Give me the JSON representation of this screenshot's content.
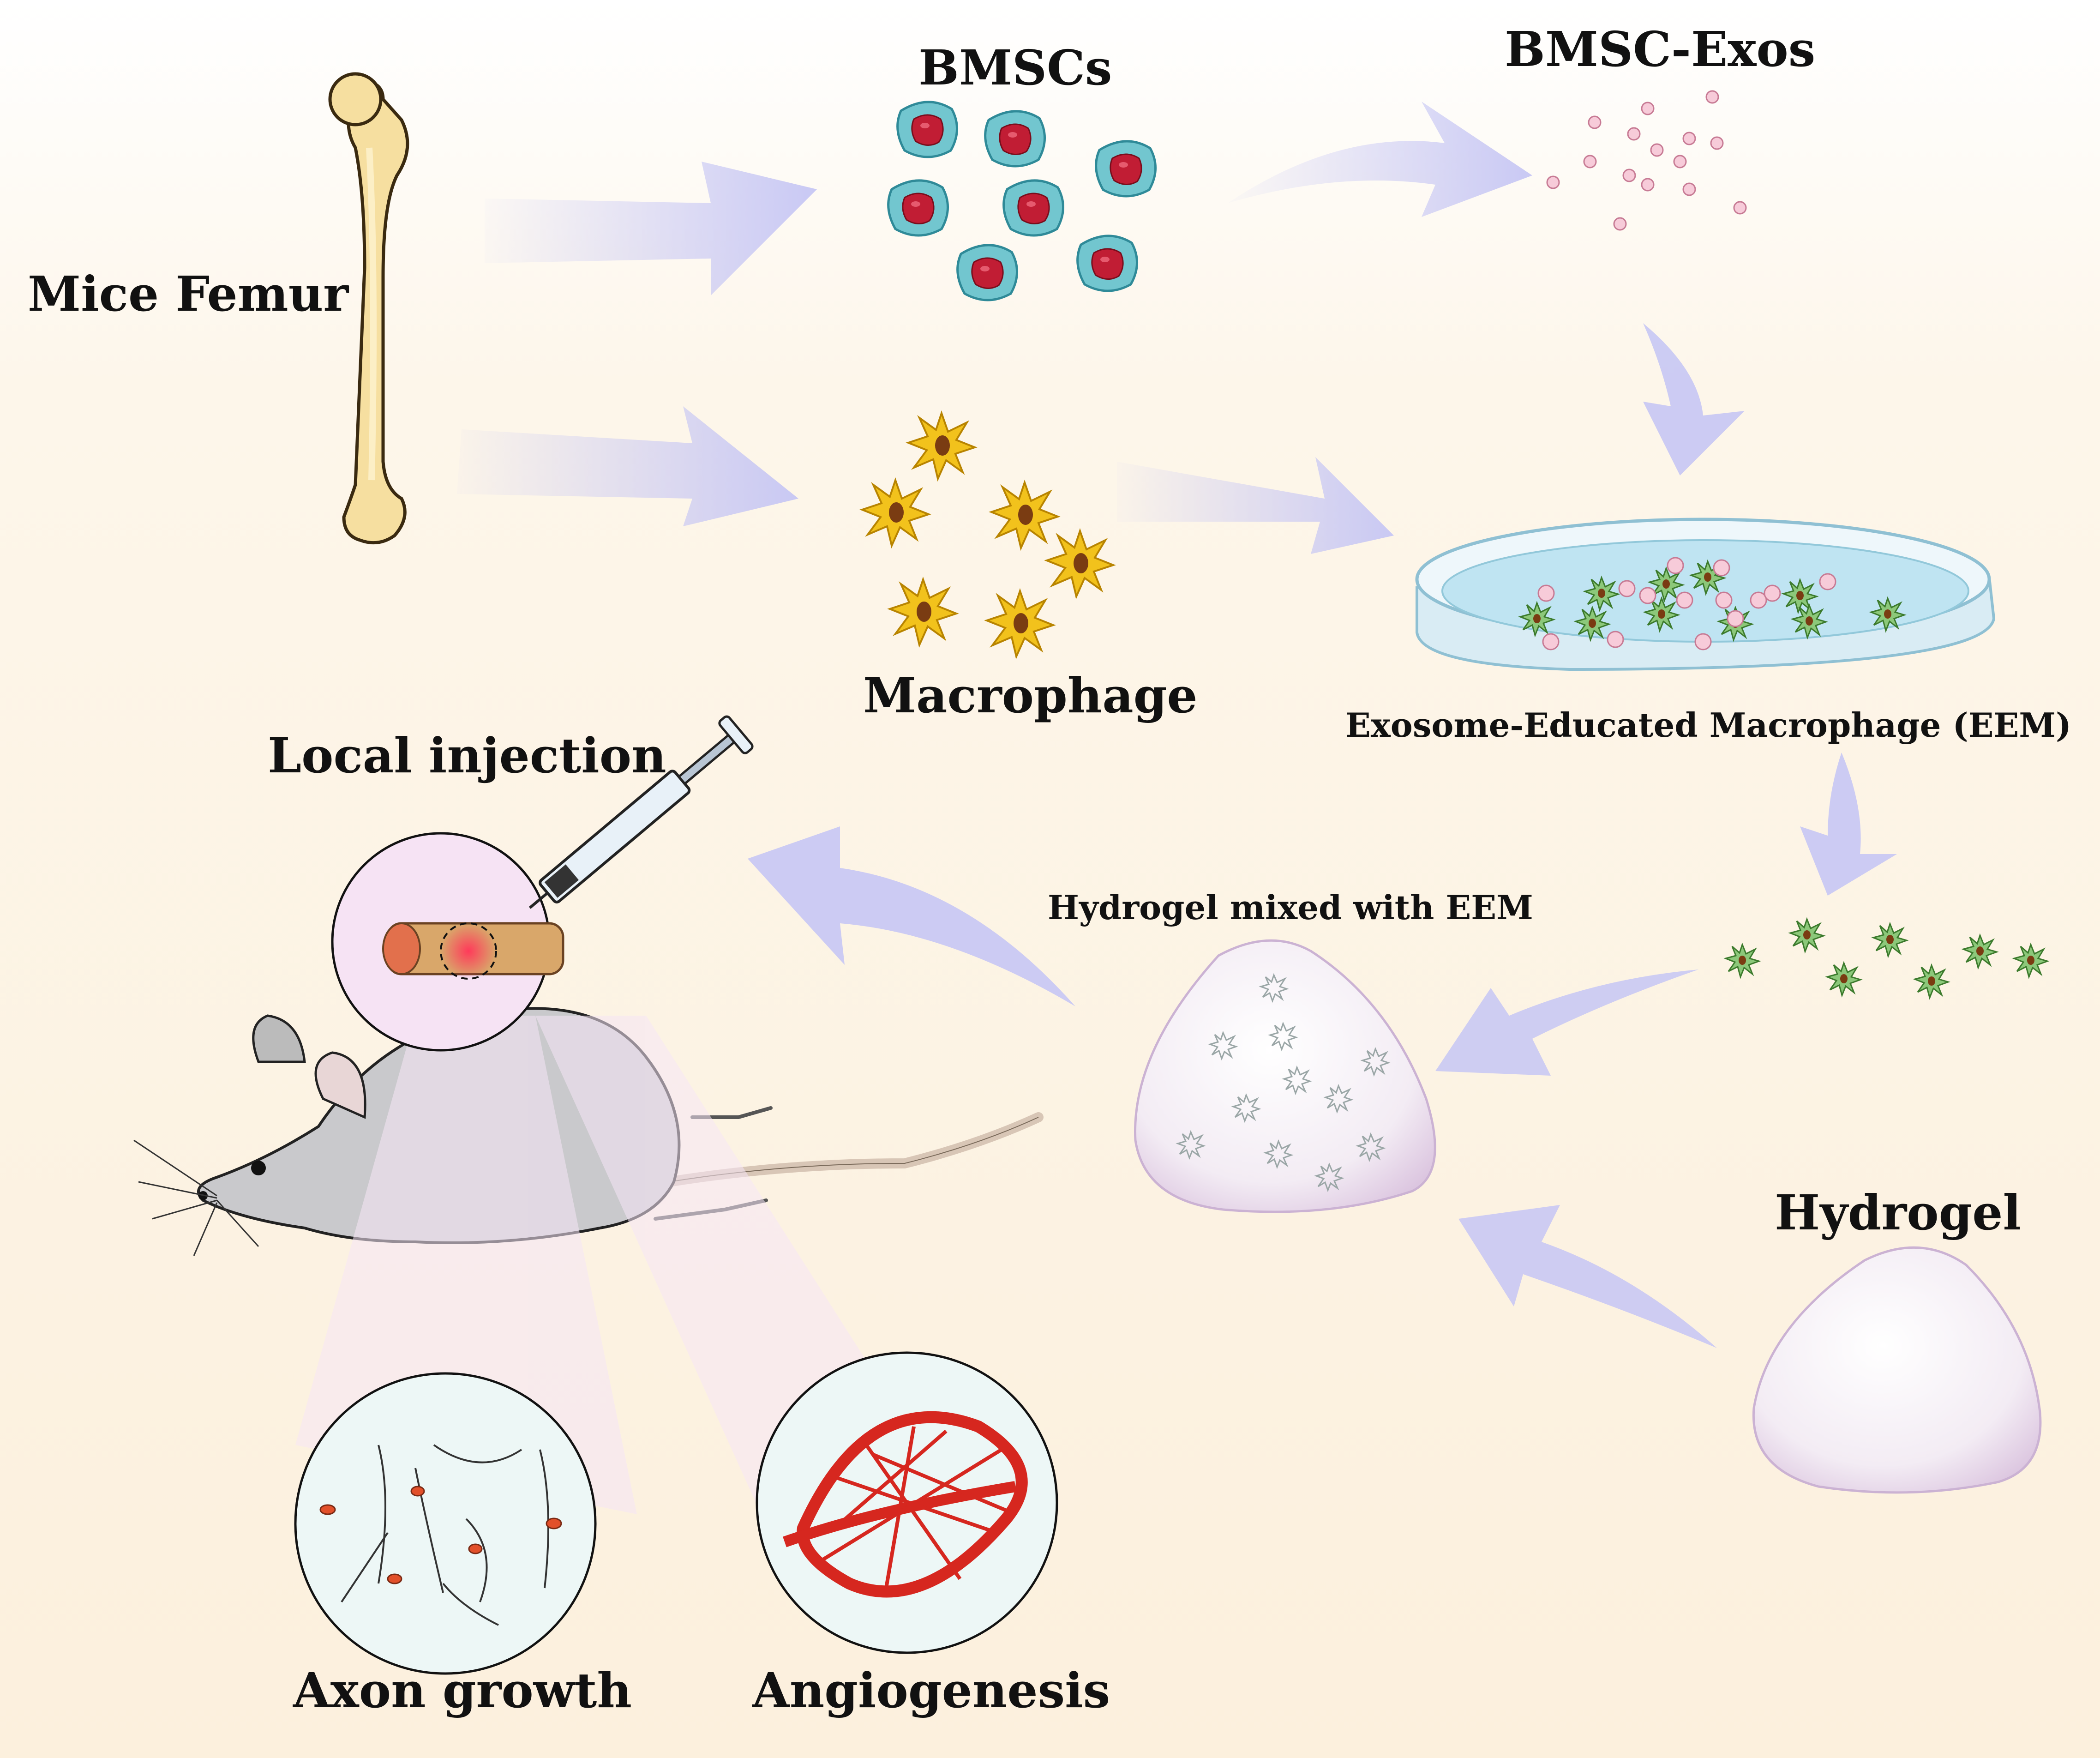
{
  "labels": {
    "mice_femur": "Mice Femur",
    "bmscs": "BMSCs",
    "bmsc_exos": "BMSC-Exos",
    "macrophage": "Macrophage",
    "eem": "Exosome-Educated Macrophage (EEM)",
    "local_injection": "Local injection",
    "hydrogel_mixed": "Hydrogel mixed with EEM",
    "hydrogel": "Hydrogel",
    "axon_growth": "Axon growth",
    "angiogenesis": "Angiogenesis"
  },
  "colors": {
    "arrow": "#c6c6f4",
    "bone": "#f6dfa0",
    "bmsc_cell": "#6fc4cc",
    "bmsc_nucleus": "#c01d34",
    "exosome": "#f6c4d4",
    "macrophage": "#f2c21c",
    "eem_cell": "#7fbf6a",
    "vessel": "#d6271f",
    "dish_liquid": "#bfe4f2"
  },
  "icons": [
    "femur-bone-icon",
    "bmsc-cell-icon",
    "exosome-icon",
    "macrophage-icon",
    "petri-dish-icon",
    "syringe-icon",
    "mouse-icon",
    "hydrogel-icon",
    "axon-icon",
    "blood-vessel-icon"
  ]
}
